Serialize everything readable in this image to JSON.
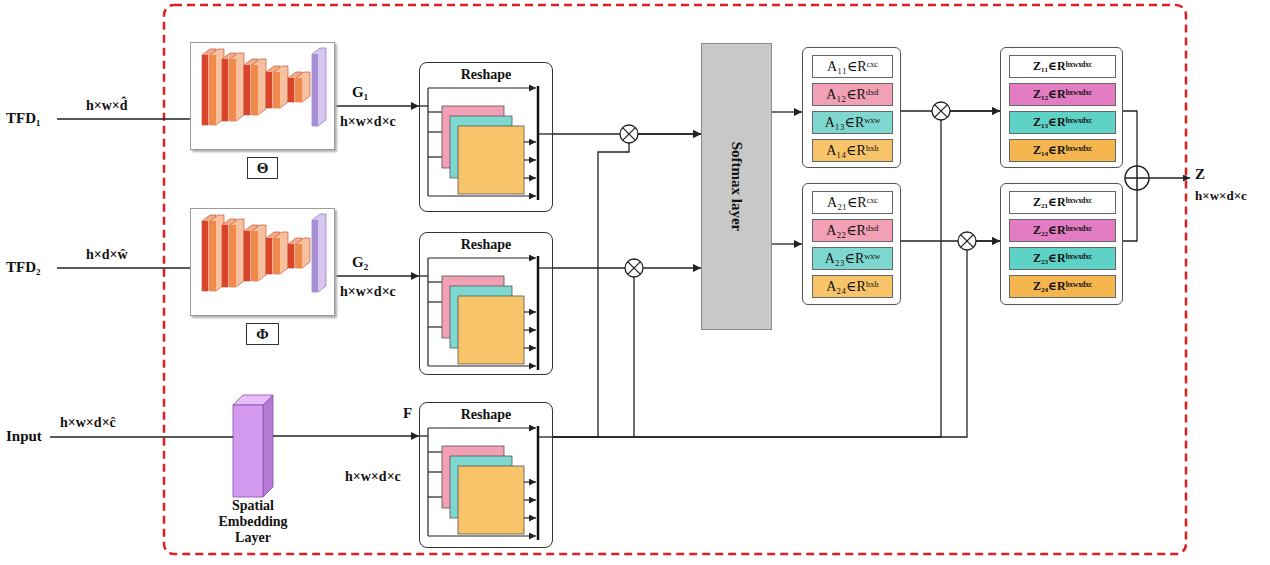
{
  "diagram": {
    "nodes": [
      {
        "text": [
          "Θ"
        ]
      },
      {
        "text": [
          "Φ"
        ]
      },
      {
        "text": [
          "Spatial Embedding Layer"
        ]
      },
      {
        "text": [
          "Reshape"
        ]
      },
      {
        "text": [
          "Reshape"
        ]
      },
      {
        "text": [
          "Reshape"
        ]
      },
      {
        "text": [
          "Softmax layer"
        ]
      },
      {
        "text": []
      },
      {
        "text": [
          "A₁₁∈Rᶜˣᶜ"
        ],
        "in": 7
      },
      {
        "text": [
          "A₁₂∈Rᵈˣᵈ"
        ],
        "in": 7
      },
      {
        "text": [
          "A₁₃∈Rʷˣʷ"
        ],
        "in": 7
      },
      {
        "text": [
          "A₁₄∈Rʰˣʰ"
        ],
        "in": 7
      },
      {
        "text": []
      },
      {
        "text": [
          "A₂₁∈Rᶜˣᶜ"
        ],
        "in": 12
      },
      {
        "text": [
          "A₂₂∈Rᵈˣᵈ"
        ],
        "in": 12
      },
      {
        "text": [
          "A₂₃∈Rʷˣʷ"
        ],
        "in": 12
      },
      {
        "text": [
          "A₂₄∈Rʰˣʰ"
        ],
        "in": 12
      },
      {
        "text": []
      },
      {
        "text": [
          "Z₁₁∈Rʰˣʷˣᵈˣᶜ"
        ],
        "in": 17
      },
      {
        "text": [
          "Z₁₂∈Rʰˣʷˣᵈˣᶜ"
        ],
        "in": 17
      },
      {
        "text": [
          "Z₁₃∈Rʰˣʷˣᵈˣᶜ"
        ],
        "in": 17
      },
      {
        "text": [
          "Z₁₄∈Rʰˣʷˣᵈˣᶜ"
        ],
        "in": 17
      },
      {
        "text": []
      },
      {
        "text": [
          "Z₂₁∈Rʰˣʷˣᵈˣᶜ"
        ],
        "in": 22
      },
      {
        "text": [
          "Z₂₂∈Rʰˣʷˣᵈˣᶜ"
        ],
        "in": 22
      },
      {
        "text": [
          "Z₂₃∈Rʰˣʷˣᵈˣᶜ"
        ],
        "in": 22
      },
      {
        "text": [
          "Z₂₄∈Rʰˣʷˣᵈˣᶜ"
        ],
        "in": 22
      }
    ],
    "edges": [
      {
        "from": 0,
        "to": 3,
        "arrow": "to"
      },
      {
        "from": 1,
        "to": 4,
        "arrow": "to"
      },
      {
        "from": 2,
        "to": 5,
        "arrow": "to"
      },
      {
        "from": 3,
        "to": 6,
        "arrow": "to"
      },
      {
        "from": 4,
        "to": 6,
        "arrow": "to"
      },
      {
        "from": 5,
        "to": 6,
        "arrow": "to"
      },
      {
        "from": 6,
        "to": 7,
        "arrow": "to"
      },
      {
        "from": 6,
        "to": 12,
        "arrow": "to"
      },
      {
        "from": 7,
        "to": 17,
        "arrow": "to"
      },
      {
        "from": 12,
        "to": 22,
        "arrow": "to"
      },
      {
        "from": 5,
        "to": 17,
        "arrow": "to"
      },
      {
        "from": 5,
        "to": 22,
        "arrow": "to"
      }
    ],
    "labels": [
      "TFD₁",
      "h×w×d̂",
      "G₁",
      "h×w×d×c",
      "TFD₂",
      "h×d×ŵ",
      "G₂",
      "h×w×d×c",
      "Input",
      "h×w×d×ĉ",
      "F",
      "h×w×d×c",
      "Z",
      "h×w×d×c"
    ]
  }
}
